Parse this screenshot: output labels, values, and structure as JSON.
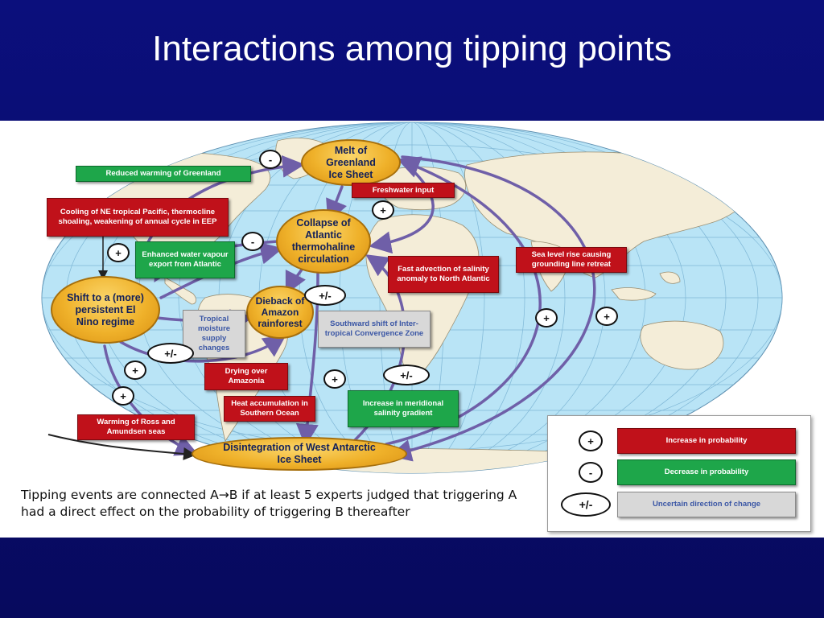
{
  "title": "Interactions among tipping points",
  "nodes": {
    "greenland": "Melt of Greenland Ice Sheet",
    "atlantic": "Collapse of Atlantic thermohaline circulation",
    "amazon": "Dieback of Amazon rainforest",
    "elnino": "Shift to a (more) persistent El Nino regime",
    "antarctic": "Disintegration of West Antarctic Ice Sheet"
  },
  "labels": {
    "reduced_warming": "Reduced warming of Greenland",
    "freshwater": "Freshwater input",
    "cooling_pacific": "Cooling of NE tropical Pacific, thermocline shoaling, weakening of annual cycle in EEP",
    "water_vapour": "Enhanced water vapour export from Atlantic",
    "fast_advection": "Fast advection of salinity anomaly to North Atlantic",
    "sea_level": "Sea level rise causing grounding line retreat",
    "tropical_moisture": "Tropical moisture supply changes",
    "itcz_shift": "Southward shift of Inter-tropical Convergence Zone",
    "drying_amazonia": "Drying over Amazonia",
    "heat_accumulation": "Heat accumulation in Southern Ocean",
    "meridional_salinity": "Increase in meridional salinity gradient",
    "ross_amundsen": "Warming of Ross and Amundsen seas"
  },
  "signs": {
    "s1": "-",
    "s2": "+",
    "s3": "-",
    "s4": "+",
    "s5": "+/-",
    "s6": "+/-",
    "s7": "+",
    "s8": "+",
    "s9": "+",
    "s10": "+/-",
    "s11": "+",
    "s12": "+"
  },
  "caption": {
    "line1": "Tipping events are connected A→B if at least 5 experts judged that triggering A",
    "line2": "had a direct effect on the probability of triggering B thereafter"
  },
  "legend": {
    "items": [
      {
        "sign": "+",
        "text": "Increase in probability"
      },
      {
        "sign": "-",
        "text": "Decrease in probability"
      },
      {
        "sign": "+/-",
        "text": "Uncertain direction of change"
      }
    ]
  },
  "colors": {
    "increase": "#c0111a",
    "decrease": "#1ea64a",
    "uncertain": "#d8d8d8",
    "arrow": "#6f5fa8",
    "background": "#0a0e74"
  }
}
